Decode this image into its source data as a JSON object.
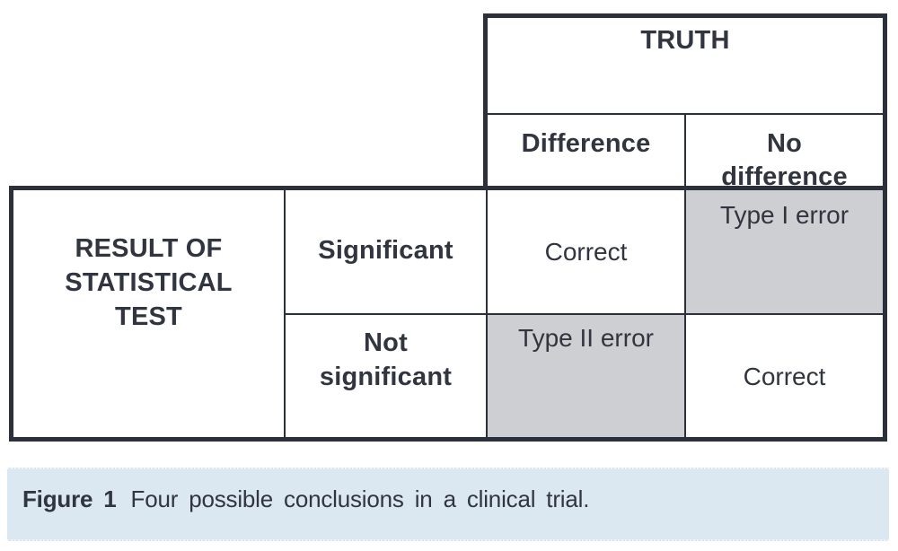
{
  "figure": {
    "table": {
      "truth_header": "TRUTH",
      "corner_header": {
        "text": "RESULT OF STATISTICAL TEST",
        "lines": [
          "RESULT OF",
          "STATISTICAL",
          "TEST"
        ]
      },
      "col_headers": [
        {
          "text": "Difference",
          "lines": [
            "Difference"
          ]
        },
        {
          "text": "No difference",
          "lines": [
            "No",
            "difference"
          ]
        }
      ],
      "row_headers": [
        {
          "text": "Significant",
          "lines": [
            "Significant"
          ]
        },
        {
          "text": "Not significant",
          "lines": [
            "Not",
            "significant"
          ]
        }
      ],
      "cells": [
        [
          "Correct",
          "Type I error"
        ],
        [
          "Type II error",
          "Correct"
        ]
      ],
      "shaded_cells": [
        "row0_col1_type_i_error",
        "row1_col0_type_ii_error"
      ]
    },
    "caption": {
      "label": "Figure 1",
      "text": "Four possible conclusions in a clinical trial."
    },
    "colors": {
      "rule": "#2c303a",
      "text": "#31353f",
      "shaded_cell": "#cecfd3",
      "caption_background": "#dbe8f2"
    }
  }
}
